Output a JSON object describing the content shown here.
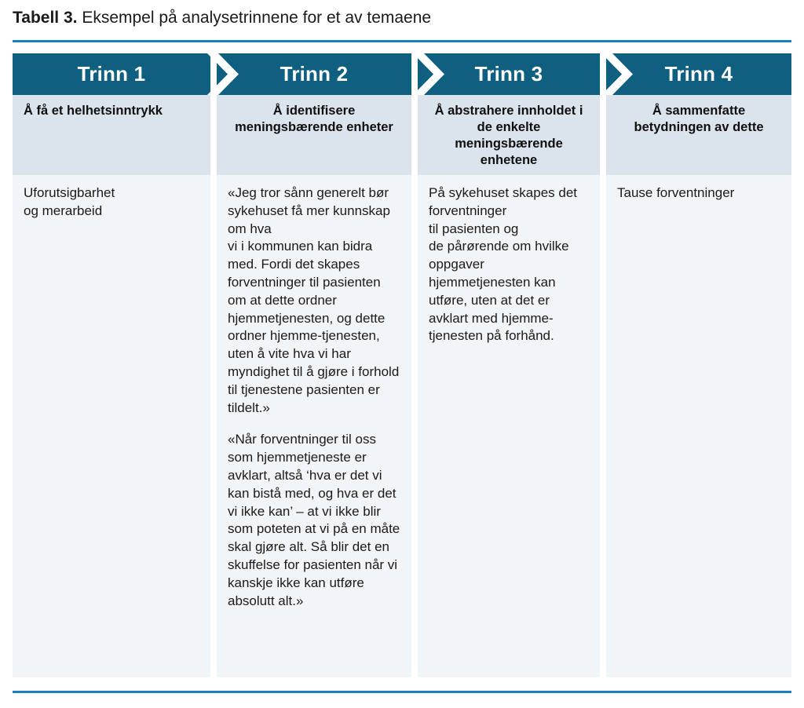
{
  "caption": {
    "label": "Tabell 3.",
    "text": " Eksempel på analysetrinnene for et av temaene"
  },
  "colors": {
    "header_band": "#0e5f80",
    "subheader_bg": "#dbe3ec",
    "body_bg": "#f1f5f8",
    "rule": "#1a7fc1",
    "header_text": "#ffffff",
    "body_text": "#1a1a1a"
  },
  "table": {
    "columns": [
      {
        "step_title": "Trinn 1",
        "subtitle": "Å få et helhetsinntrykk",
        "subtitle_align": "left",
        "paragraphs": [
          "Uforutsigbarhet\nog merarbeid"
        ]
      },
      {
        "step_title": "Trinn 2",
        "subtitle": "Å identifisere meningsbærende enheter",
        "subtitle_align": "center",
        "paragraphs": [
          "«Jeg tror sånn generelt bør sykehuset få mer kunnskap om hva\nvi i kommunen kan bidra med. Fordi det skapes forventninger til pasienten om at dette ordner hjemmetjenesten, og dette ordner hjemme-tjenesten, uten å vite hva vi har myndighet til å gjøre i forhold til tjenestene pasienten er tildelt.»",
          "«Når forventninger til oss som hjemmetjeneste er avklart, altså ‘hva er det vi kan bistå med, og hva er det vi ikke kan’ – at vi ikke blir som poteten at vi på en måte skal gjøre alt. Så blir det en skuffelse for pasienten når vi kanskje ikke kan utføre absolutt alt.»"
        ]
      },
      {
        "step_title": "Trinn 3",
        "subtitle": "Å abstrahere innholdet i de enkelte meningsbærende enhetene",
        "subtitle_align": "center",
        "paragraphs": [
          "På sykehuset skapes det forventninger\ntil pasienten og\nde pårørende om hvilke oppgaver hjemmetjenesten kan utføre, uten at det er avklart med hjemme-tjenesten på forhånd."
        ]
      },
      {
        "step_title": "Trinn 4",
        "subtitle": "Å sammenfatte betydningen av dette",
        "subtitle_align": "center",
        "paragraphs": [
          "Tause forventninger"
        ]
      }
    ]
  }
}
